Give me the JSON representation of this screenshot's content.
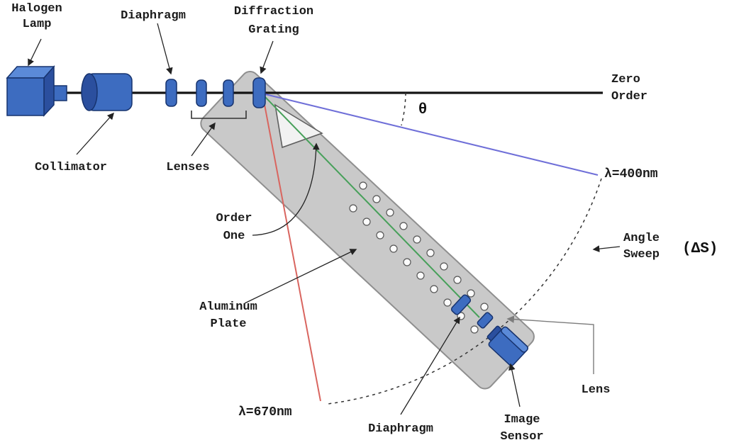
{
  "diagram": {
    "labels": {
      "halogen_lamp": [
        "Halogen",
        "Lamp"
      ],
      "diaphragm_top": "Diaphragm",
      "diffraction_grating": [
        "Diffraction",
        "Grating"
      ],
      "collimator": "Collimator",
      "lenses": "Lenses",
      "zero_order": [
        "Zero",
        "Order"
      ],
      "theta": "θ",
      "lambda_400": "λ=400nm",
      "angle_sweep": [
        "Angle",
        "Sweep"
      ],
      "delta_s": "(ΔS)",
      "order_one": [
        "Order",
        "One"
      ],
      "aluminum_plate": [
        "Aluminum",
        "Plate"
      ],
      "lambda_670": "λ=670nm",
      "diaphragm_bottom": "Diaphragm",
      "image_sensor": [
        "Image",
        "Sensor"
      ],
      "lens": "Lens"
    },
    "colors": {
      "component_blue": "#3d6cc0",
      "component_blue_light": "#5b8ad8",
      "component_blue_dark": "#2b4f9e",
      "component_outline": "#17336e",
      "plate_fill": "#c9c9c9",
      "plate_outline": "#8f8f8f",
      "beam_zero_order": "#141414",
      "beam_400nm": "#6f6fd8",
      "beam_670nm": "#d9655f",
      "beam_order_one": "#47a05a",
      "annotation": "#222222"
    }
  }
}
